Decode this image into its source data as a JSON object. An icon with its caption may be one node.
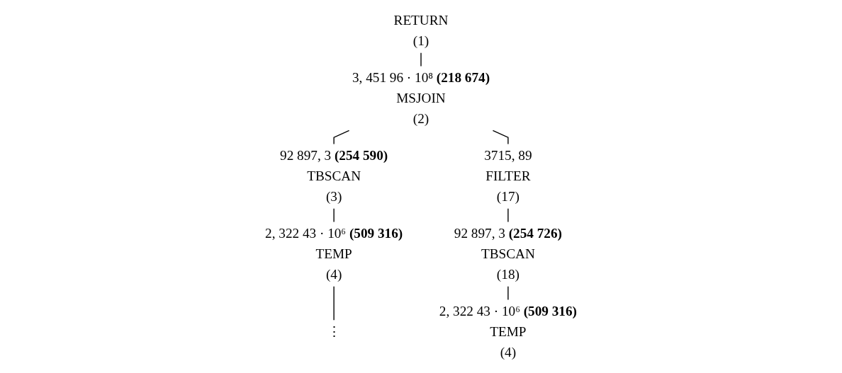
{
  "diagram": {
    "nodes": [
      {
        "text": [
          "RETURN",
          "(1)"
        ]
      },
      {
        "text": [
          "3, 451 96 · 10⁸ **(218 674)**",
          "MSJOIN",
          "(2)"
        ]
      },
      {
        "text": [
          "92 897, 3 **(254 590)**",
          "TBSCAN",
          "(3)"
        ]
      },
      {
        "text": [
          "3715, 89",
          "FILTER",
          "(17)"
        ]
      },
      {
        "text": [
          "2, 322 43 · 10⁶ **(509 316)**",
          "TEMP",
          "(4)"
        ]
      },
      {
        "text": [
          "92 897, 3 **(254 726)**",
          "TBSCAN",
          "(18)"
        ]
      },
      {
        "text": [
          "⋮"
        ]
      },
      {
        "text": [
          "2, 322 43 · 10⁶ **(509 316)**",
          "TEMP",
          "(4)"
        ]
      }
    ],
    "edges": [
      {
        "from": 0,
        "to": 1,
        "arrow": "none"
      },
      {
        "from": 1,
        "to": 2,
        "arrow": "none"
      },
      {
        "from": 1,
        "to": 3,
        "arrow": "none"
      },
      {
        "from": 2,
        "to": 4,
        "arrow": "none"
      },
      {
        "from": 3,
        "to": 5,
        "arrow": "none"
      },
      {
        "from": 4,
        "to": 6,
        "arrow": "none"
      },
      {
        "from": 5,
        "to": 7,
        "arrow": "none"
      }
    ]
  }
}
